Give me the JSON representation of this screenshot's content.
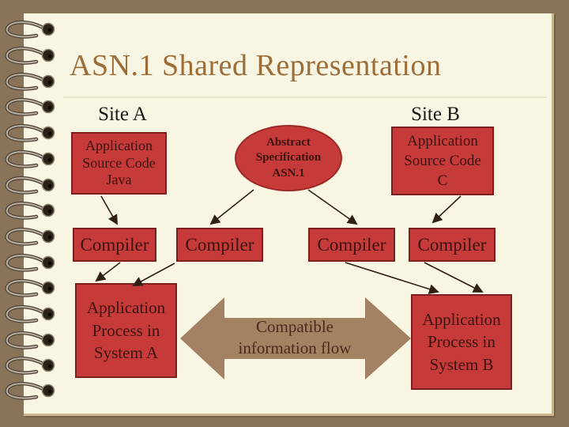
{
  "colors": {
    "background": "#8a7459",
    "paper": "#f8f5e3",
    "title": "#9c6d38",
    "site-label": "#1c1712",
    "node-red": "#c63a3a",
    "node-border": "#7d1f1f",
    "node-text": "#3b130f",
    "flow-arrow": "#a28263",
    "flow-text": "#4a2b1b",
    "connector": "#2f2013"
  },
  "slide": {
    "title": "ASN.1 Shared Representation",
    "sites": {
      "a": "Site A",
      "b": "Site B"
    },
    "diagram": {
      "source_java": "Application\nSource Code\nJava",
      "abstract_spec": "Abstract\nSpecification\nASN.1",
      "source_c": "Application\nSource Code\nC",
      "compilers": [
        "Compiler",
        "Compiler",
        "Compiler",
        "Compiler"
      ],
      "process_a": "Application\nProcess in\nSystem A",
      "process_b": "Application\nProcess in\nSystem B",
      "flow_label": "Compatible\ninformation flow"
    }
  }
}
